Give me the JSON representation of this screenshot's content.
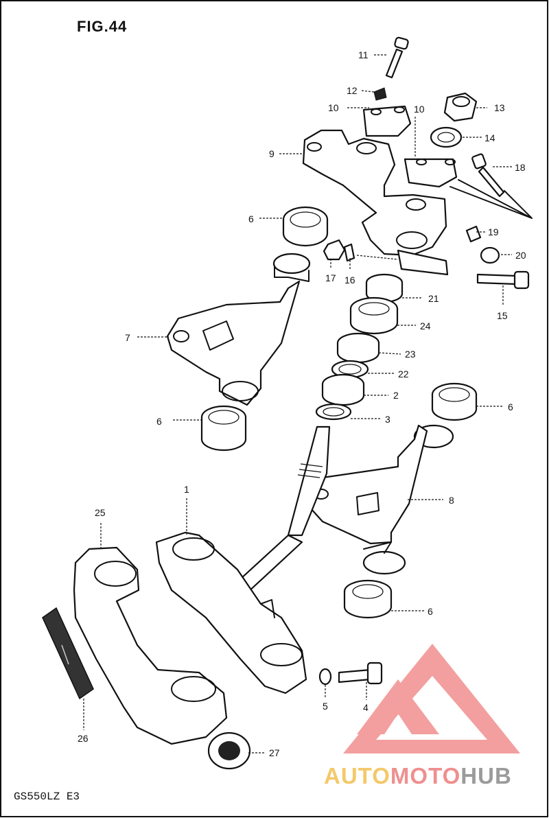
{
  "figure": {
    "title": "FIG.44",
    "model_code": "GS550LZ E3"
  },
  "callouts": {
    "c1": "1",
    "c2": "2",
    "c3": "3",
    "c4": "4",
    "c5": "5",
    "c6a": "6",
    "c6b": "6",
    "c6c": "6",
    "c6d": "6",
    "c7": "7",
    "c8": "8",
    "c9": "9",
    "c10a": "10",
    "c10b": "10",
    "c11": "11",
    "c12": "12",
    "c13": "13",
    "c14": "14",
    "c15": "15",
    "c16": "16",
    "c17": "17",
    "c18": "18",
    "c19": "19",
    "c20": "20",
    "c21": "21",
    "c22": "22",
    "c23": "23",
    "c24": "24",
    "c25": "25",
    "c26": "26",
    "c27": "27"
  },
  "watermark": {
    "text_part1": "AUTO",
    "text_part2": "MOTO",
    "text_part3": "HUB",
    "logo_color": "#f08080",
    "color_auto": "#f4c86a",
    "color_moto": "#ef8f8f",
    "color_hub": "#9b9b9b"
  }
}
